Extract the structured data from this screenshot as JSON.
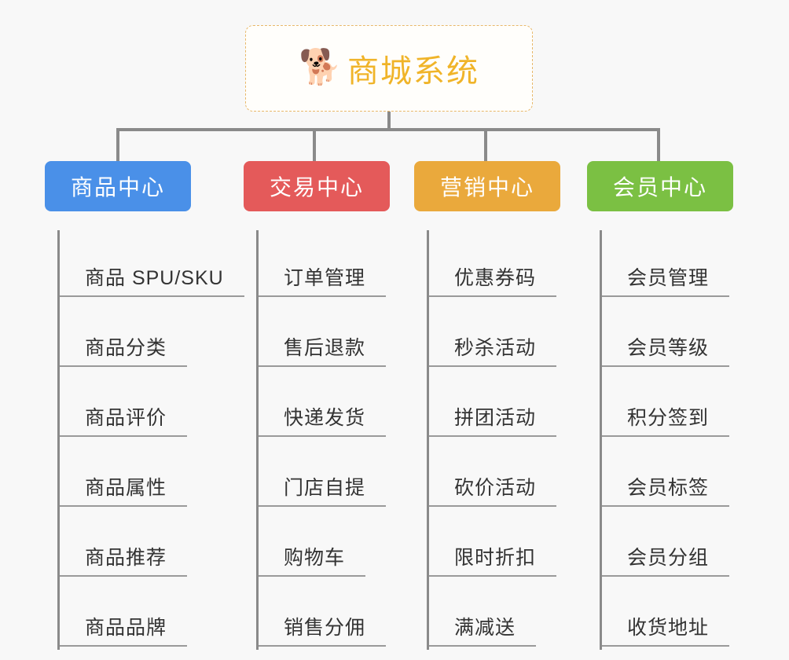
{
  "page": {
    "background_color": "#f8f8f8",
    "text_color": "#333333",
    "line_color": "#8a8a8a"
  },
  "root": {
    "icon": "shiba-dog-face-emoji",
    "emoji": "🐕",
    "title": "商城系统",
    "title_color": "#f0b429",
    "border_color": "#e8b86a",
    "border_style": "dashed"
  },
  "categories": [
    {
      "label": "商品中心",
      "color": "#4a90e8",
      "items": [
        {
          "label": "商品 SPU/SKU"
        },
        {
          "label": "商品分类"
        },
        {
          "label": "商品评价"
        },
        {
          "label": "商品属性"
        },
        {
          "label": "商品推荐"
        },
        {
          "label": "商品品牌"
        }
      ]
    },
    {
      "label": "交易中心",
      "color": "#e45a5a",
      "items": [
        {
          "label": "订单管理"
        },
        {
          "label": "售后退款"
        },
        {
          "label": "快递发货"
        },
        {
          "label": "门店自提"
        },
        {
          "label": "购物车"
        },
        {
          "label": "销售分佣"
        }
      ]
    },
    {
      "label": "营销中心",
      "color": "#eaa93c",
      "items": [
        {
          "label": "优惠券码"
        },
        {
          "label": "秒杀活动"
        },
        {
          "label": "拼团活动"
        },
        {
          "label": "砍价活动"
        },
        {
          "label": "限时折扣"
        },
        {
          "label": "满减送"
        }
      ]
    },
    {
      "label": "会员中心",
      "color": "#7bc043",
      "items": [
        {
          "label": "会员管理"
        },
        {
          "label": "会员等级"
        },
        {
          "label": "积分签到"
        },
        {
          "label": "会员标签"
        },
        {
          "label": "会员分组"
        },
        {
          "label": "收货地址"
        }
      ]
    }
  ]
}
